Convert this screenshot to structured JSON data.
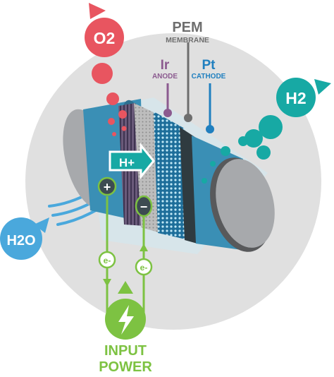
{
  "labels": {
    "o2": "O2",
    "h2": "H2",
    "h2o": "H2O",
    "pem": "PEM",
    "membrane": "MEMBRANE",
    "ir": "Ir",
    "anode": "ANODE",
    "pt": "Pt",
    "cathode": "CATHODE",
    "h_plus": "H+",
    "plus_sign": "+",
    "minus_sign": "−",
    "electron_left": "e-",
    "electron_right": "e-",
    "input": "INPUT",
    "power": "POWER"
  },
  "colors": {
    "background_circle": "#e0e0e0",
    "oxygen": "#e85560",
    "hydrogen": "#17a9a4",
    "water": "#4aa8dc",
    "power_green": "#7dc242",
    "anode_purple": "#8b5a8f",
    "cathode_blue": "#1f7fbf",
    "pem_gray": "#6e6e6e",
    "cell_blue": "#3a8fb5",
    "end_cap": "#a7a9ac",
    "end_cap_dark": "#58595b"
  },
  "icons": {
    "power": "lightning-bolt-icon",
    "direction": "triangle-arrow-icon"
  }
}
